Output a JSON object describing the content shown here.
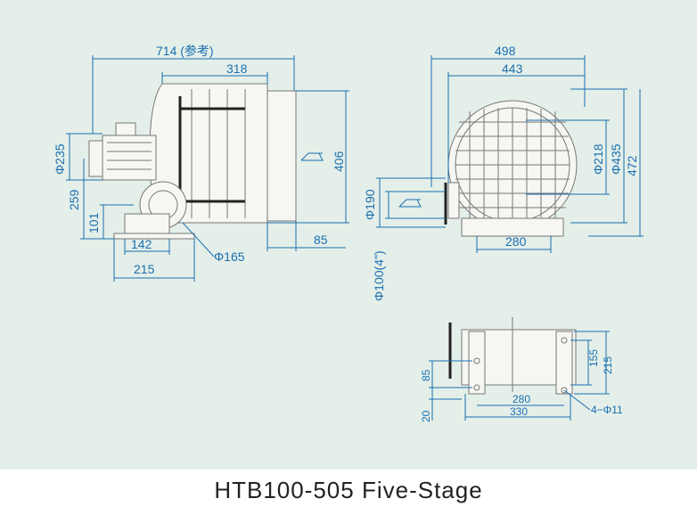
{
  "caption": "HTB100-505 Five-Stage",
  "side_view": {
    "dim_overall": "714 (参考)",
    "dim_housing": "318",
    "dim_height": "406",
    "dim_motor_dia": "Φ235",
    "dim_motor_center": "259",
    "dim_outlet_height": "101",
    "dim_base_inner": "142",
    "dim_base_outer": "215",
    "dim_flange_dia": "Φ165",
    "dim_rear": "85"
  },
  "front_view": {
    "dim_width_total": "498",
    "dim_width_guard": "443",
    "dim_inner_dia": "Φ218",
    "dim_outer_dia": "Φ435",
    "dim_height": "472",
    "dim_flange": "Φ190",
    "dim_pipe": "Φ100(4\")",
    "dim_base": "280"
  },
  "base_view": {
    "dim_155": "155",
    "dim_215": "215",
    "dim_85": "85",
    "dim_20": "20",
    "dim_280": "280",
    "dim_330": "330",
    "dim_holes": "4−Φ11"
  }
}
